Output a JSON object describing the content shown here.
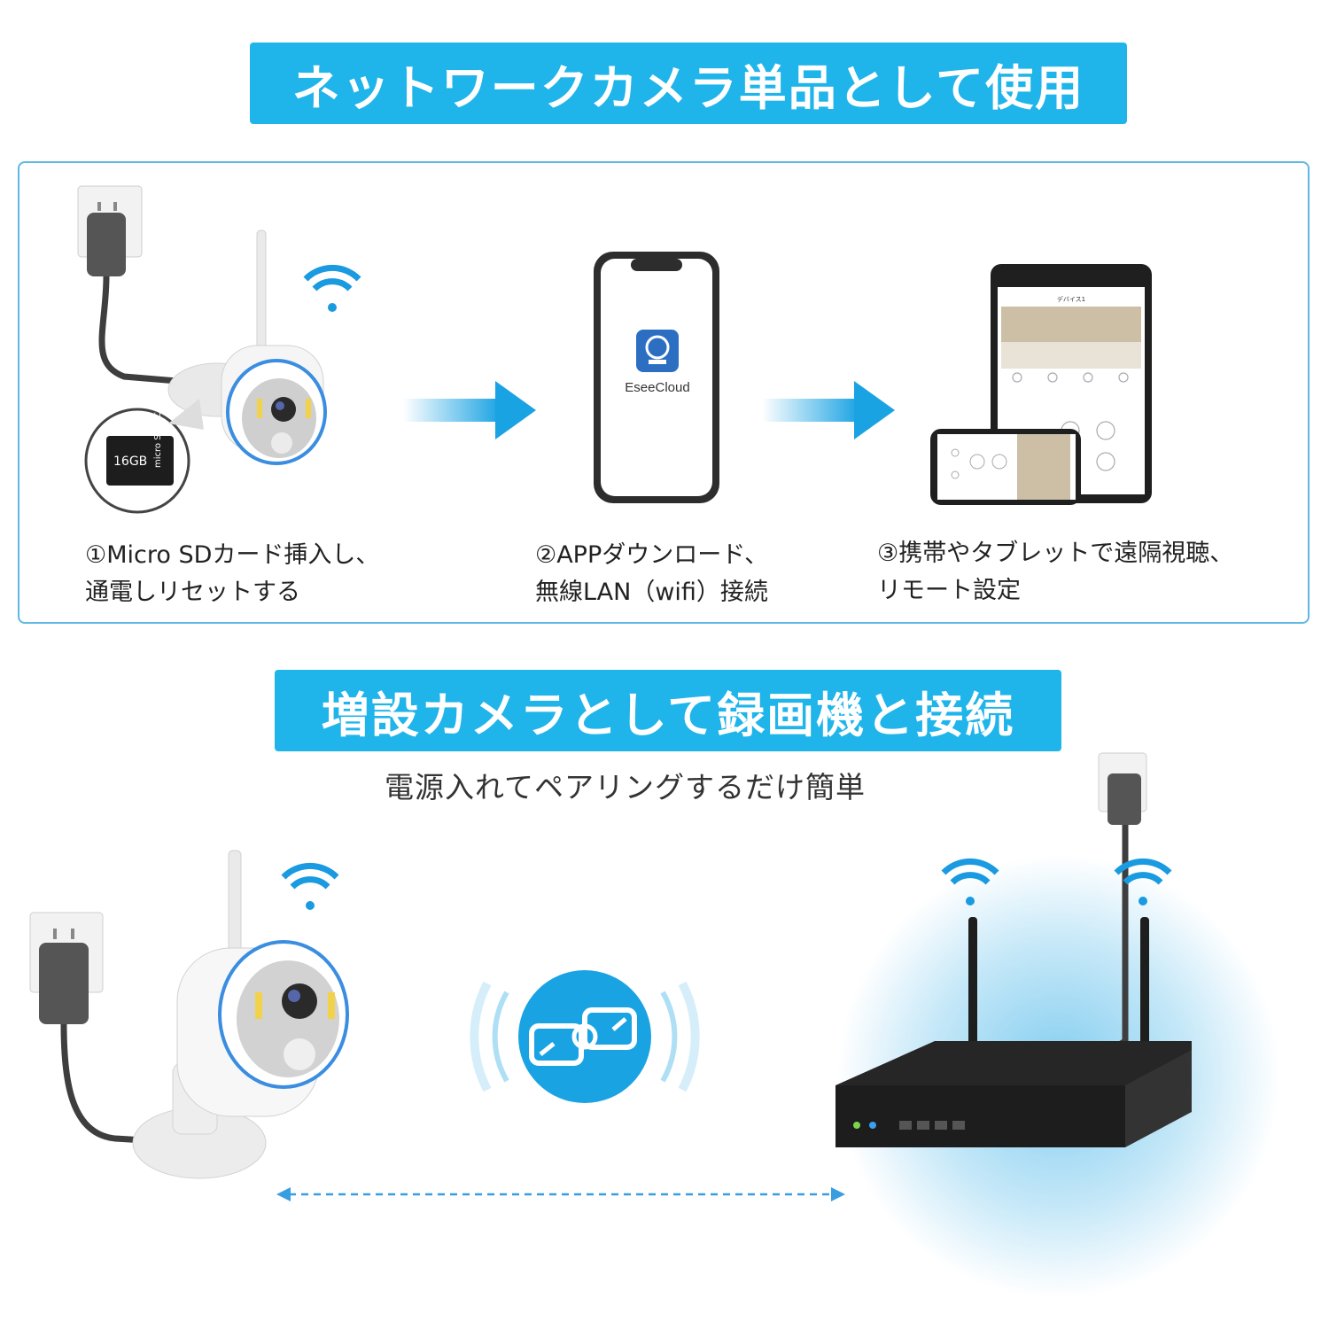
{
  "banners": {
    "standalone": "ネットワークカメラ単品として使用",
    "expansion": "増設カメラとして録画機と接続"
  },
  "steps": [
    {
      "line1": "①Micro SDカード挿入し、",
      "line2": "通電しリセットする"
    },
    {
      "line1": "②APPダウンロード、",
      "line2": "無線LAN（wifi）接続"
    },
    {
      "line1": "③携帯やタブレットで遠隔視聴、",
      "line2": "リモート設定"
    }
  ],
  "sd_card": {
    "capacity": "16GB",
    "brand": "micro SD HC"
  },
  "app": {
    "name": "EseeCloud"
  },
  "tablet": {
    "header": "デバイス1"
  },
  "subtitle": "電源入れてペアリングするだけ簡単",
  "colors": {
    "accent": "#1fb4ea",
    "panel_border": "#5fb8e4",
    "arrow": "#1aa3e3"
  },
  "icons": [
    "wall-outlet-icon",
    "wifi-icon",
    "security-camera-icon",
    "micro-sd-card-icon",
    "arrow-right-icon",
    "smartphone-icon",
    "tablet-icon",
    "pairing-sync-icon",
    "nvr-recorder-icon",
    "double-arrow-icon"
  ]
}
